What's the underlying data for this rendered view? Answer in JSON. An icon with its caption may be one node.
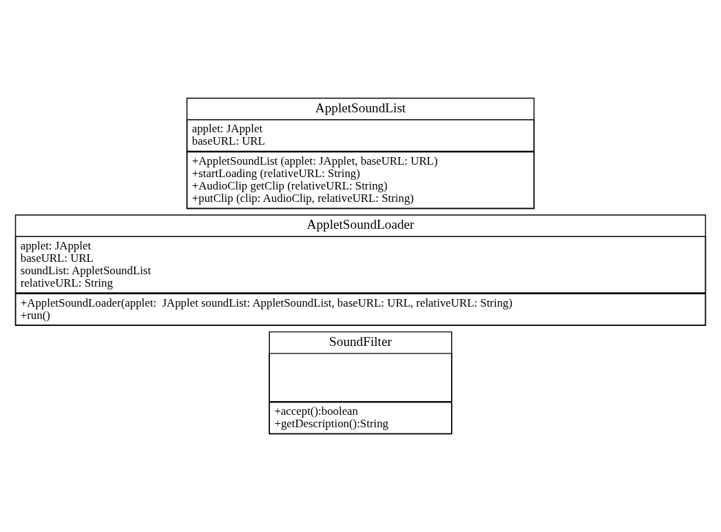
{
  "diagram": {
    "nodes": [
      {
        "text": [
          "AppletSoundList"
        ]
      },
      {
        "text": [
          "applet: JApplet",
          "baseURL: URL"
        ],
        "in": 0
      },
      {
        "text": [
          "+AppletSoundList (applet: JApplet, baseURL: URL)",
          "+startLoading (relativeURL: String)",
          "+AudioClip getClip (relativeURL: String)",
          "+putClip (clip: AudioClip, relativeURL: String)"
        ],
        "in": 0
      },
      {
        "text": [
          "AppletSoundLoader"
        ]
      },
      {
        "text": [
          "applet: JApplet",
          "baseURL: URL",
          "soundList: AppletSoundList",
          "relativeURL: String"
        ],
        "in": 3
      },
      {
        "text": [
          "+AppletSoundLoader(applet:  JApplet soundList: AppletSoundList, baseURL: URL, relativeURL: String)",
          "+run()"
        ],
        "in": 3
      },
      {
        "text": [
          "SoundFilter"
        ]
      },
      {
        "text": [],
        "shape": "box",
        "in": 6
      },
      {
        "text": [
          "+accept():boolean",
          "+getDescription():String"
        ],
        "in": 6
      }
    ]
  }
}
